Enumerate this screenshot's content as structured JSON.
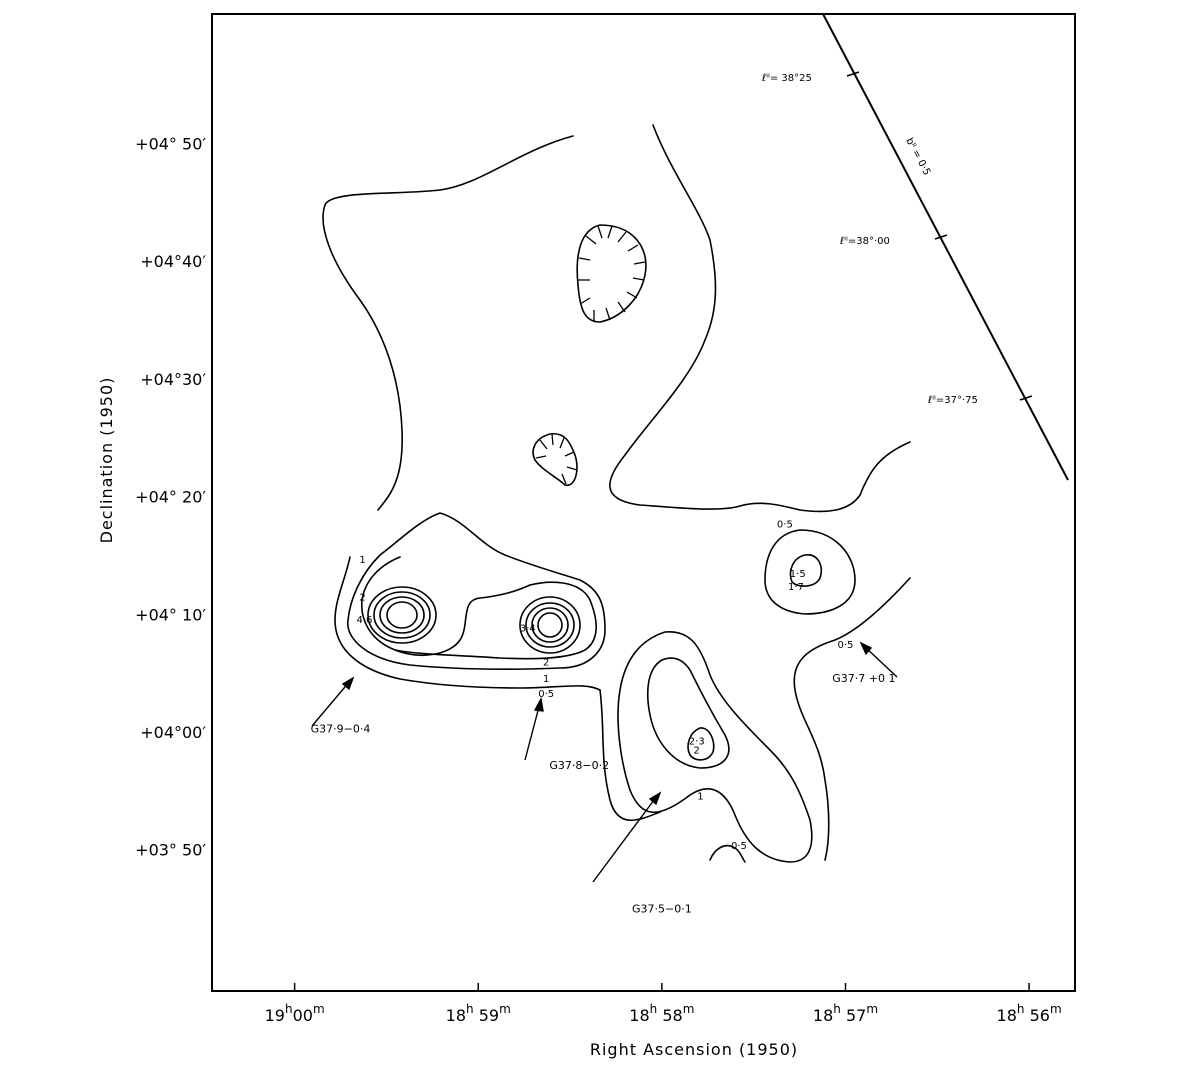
{
  "chart_data": {
    "type": "contour",
    "title": "",
    "xlabel": "Right Ascension (1950)",
    "ylabel": "Declination (1950)",
    "x_ticks": [
      {
        "h": "19",
        "m": "00",
        "value_min": 1140
      },
      {
        "h": "18",
        "m": "59",
        "value_min": 1139
      },
      {
        "h": "18",
        "m": "58",
        "value_min": 1138
      },
      {
        "h": "18",
        "m": "57",
        "value_min": 1137
      },
      {
        "h": "18",
        "m": "56",
        "value_min": 1136
      }
    ],
    "y_ticks": [
      {
        "label": "+04° 50′",
        "value_arcmin": 290
      },
      {
        "label": "+04°40′",
        "value_arcmin": 280
      },
      {
        "label": "+04°30′",
        "value_arcmin": 270
      },
      {
        "label": "+04° 20′",
        "value_arcmin": 260
      },
      {
        "label": "+04° 10′",
        "value_arcmin": 250
      },
      {
        "label": "+04°00′",
        "value_arcmin": 240
      },
      {
        "label": "+03° 50′",
        "value_arcmin": 230
      }
    ],
    "xlim_min": [
      1140.45,
      1135.75
    ],
    "ylim_arcmin": [
      218,
      301
    ],
    "contour_levels": [
      0.5,
      1,
      1.5,
      2,
      2.3,
      3.4,
      4.6
    ],
    "peaks": [
      {
        "label": "4·6",
        "ra": 1139.62,
        "dec": 249.6
      },
      {
        "label": "3·4",
        "ra": 1138.73,
        "dec": 248.9
      },
      {
        "label": "2·3",
        "ra": 1137.81,
        "dec": 239.3
      },
      {
        "label": "1·7",
        "ra": 1137.27,
        "dec": 252.4
      }
    ],
    "contour_labels": [
      {
        "label": "1",
        "ra": 1139.63,
        "dec": 254.7
      },
      {
        "label": "2",
        "ra": 1139.63,
        "dec": 251.5
      },
      {
        "label": "2",
        "ra": 1138.63,
        "dec": 246.0
      },
      {
        "label": "1",
        "ra": 1138.63,
        "dec": 244.6
      },
      {
        "label": "0·5",
        "ra": 1138.63,
        "dec": 243.3
      },
      {
        "label": "2",
        "ra": 1137.81,
        "dec": 238.5
      },
      {
        "label": "1",
        "ra": 1137.79,
        "dec": 234.6
      },
      {
        "label": "0·5",
        "ra": 1137.58,
        "dec": 230.4
      },
      {
        "label": "0·5",
        "ra": 1137.33,
        "dec": 257.7
      },
      {
        "label": "1·5",
        "ra": 1137.26,
        "dec": 253.5
      },
      {
        "label": "0·5",
        "ra": 1137.0,
        "dec": 247.5
      }
    ],
    "sources": [
      {
        "name": "G37·9−0·4",
        "ra": 1139.75,
        "dec": 240.3
      },
      {
        "name": "G37·8−0·2",
        "ra": 1138.45,
        "dec": 237.2
      },
      {
        "name": "G37·5−0·1",
        "ra": 1138.0,
        "dec": 225.0
      },
      {
        "name": "G37·7 +0 1",
        "ra": 1136.9,
        "dec": 244.6
      }
    ],
    "galactic_line": {
      "label": "bᴵᴵ = 0·5",
      "marks": [
        {
          "label": "ℓᴵᴵ= 38°25",
          "ra": 1136.98,
          "dec": 293.4
        },
        {
          "label": "ℓᴵᴵ=38°·00",
          "ra": 1136.5,
          "dec": 280.2
        },
        {
          "label": "ℓᴵᴵ=37°·75",
          "ra": 1136.0,
          "dec": 267.0
        }
      ]
    }
  }
}
